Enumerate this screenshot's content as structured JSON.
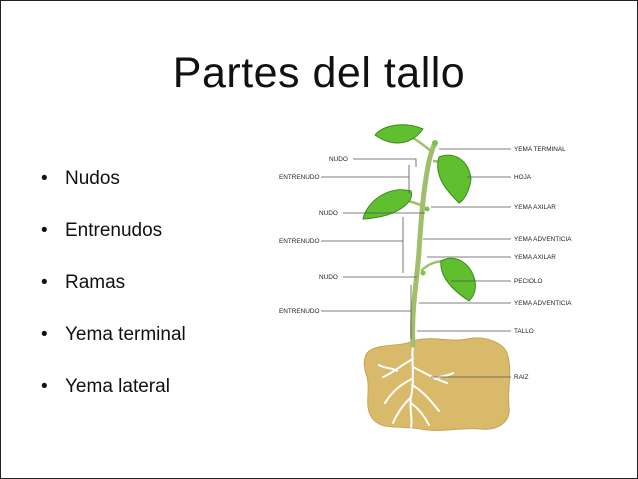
{
  "slide": {
    "title": "Partes del tallo",
    "bullets": [
      {
        "text": "Nudos"
      },
      {
        "text": "Entrenudos"
      },
      {
        "text": "Ramas"
      },
      {
        "text": "Yema terminal"
      },
      {
        "text": "Yema lateral"
      }
    ],
    "bullet_symbol": "•"
  },
  "diagram": {
    "left_labels": {
      "nudo_top": "NUDO",
      "entrenudo_top": "ENTRENUDO",
      "nudo_mid": "NUDO",
      "entrenudo_mid": "ENTRENUDO",
      "nudo_low": "NUDO",
      "entrenudo_low": "ENTRENUDO"
    },
    "right_labels": {
      "yema_terminal": "YEMA TERMINAL",
      "hoja": "HOJA",
      "yema_axilar_1": "YEMA AXILAR",
      "yema_adventicia_1": "YEMA ADVENTICIA",
      "yema_axilar_2": "YEMA AXILAR",
      "peciolo": "PECIOLO",
      "yema_adventicia_2": "YEMA ADVENTICIA",
      "tallo": "TALLO",
      "raiz": "RAIZ"
    },
    "colors": {
      "leaf": "#5fbf2e",
      "leaf_dark": "#3a8a1a",
      "stem": "#9fbf6a",
      "soil": "#d9b96a",
      "root": "#ffffff",
      "line": "#555555"
    }
  }
}
